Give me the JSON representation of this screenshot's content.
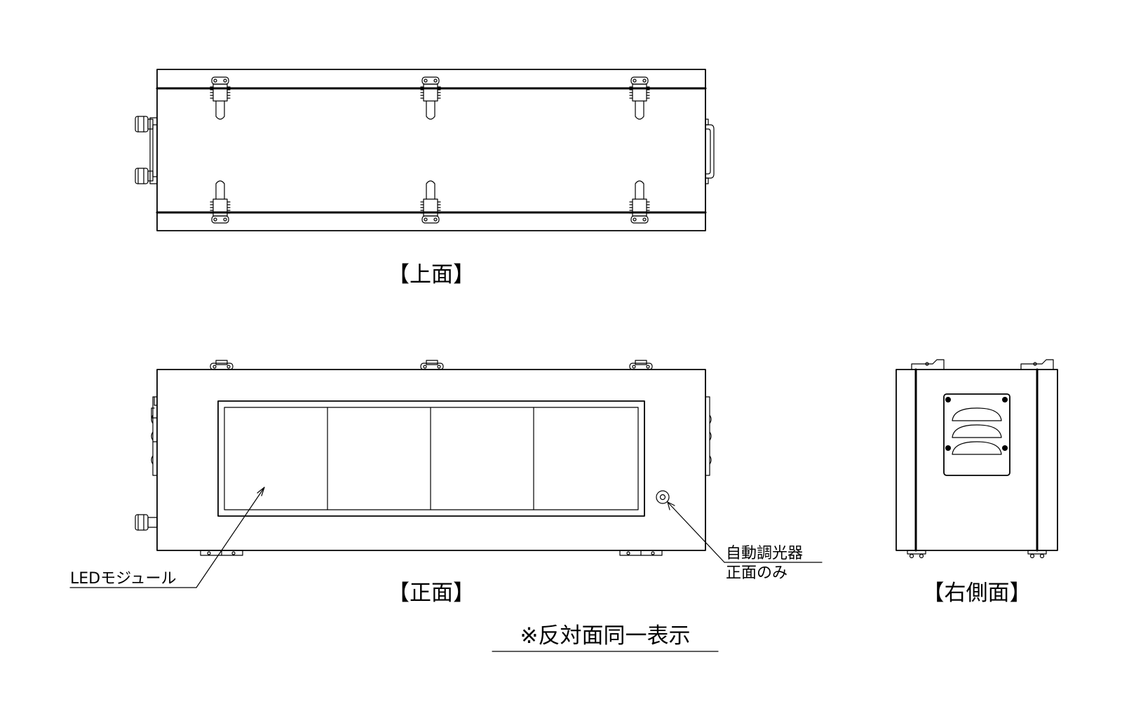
{
  "views": {
    "top_title": "【上面】",
    "front_title": "【正面】",
    "side_title": "【右側面】"
  },
  "callouts": {
    "led_module": "LEDモジュール",
    "sensor_line1": "自動調光器",
    "sensor_line2": "正面のみ"
  },
  "notice": "※反対面同一表示"
}
